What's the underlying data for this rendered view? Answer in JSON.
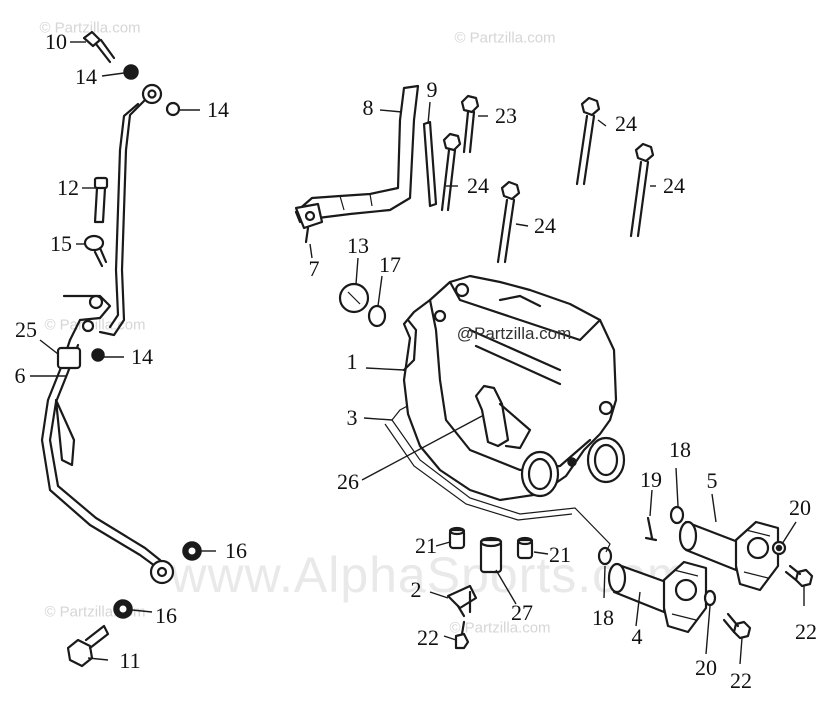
{
  "watermarks": {
    "partzilla": "© Partzilla.com",
    "center": "@Partzilla.com",
    "alpha": "www.AlphaSports.com"
  },
  "callouts": [
    "1",
    "2",
    "3",
    "4",
    "5",
    "6",
    "7",
    "8",
    "9",
    "10",
    "11",
    "12",
    "13",
    "14",
    "15",
    "16",
    "17",
    "18",
    "19",
    "20",
    "21",
    "22",
    "23",
    "24",
    "25",
    "26",
    "27"
  ]
}
